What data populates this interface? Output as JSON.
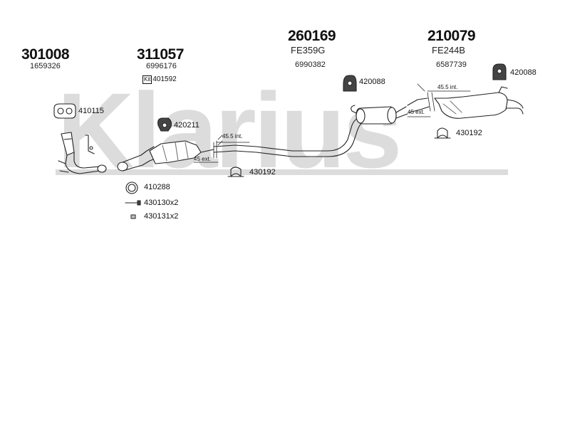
{
  "watermark": "Klarius",
  "parts": {
    "p1": {
      "number": "301008",
      "oe": "1659326"
    },
    "p2": {
      "number": "311057",
      "oe": "6996176",
      "kit_prefix": "Kit",
      "kit": "401592"
    },
    "p3": {
      "number": "260169",
      "code": "FE359G",
      "oe": "6990382"
    },
    "p4": {
      "number": "210079",
      "code": "FE244B",
      "oe": "6587739"
    }
  },
  "fittings": {
    "f410115": "410115",
    "f420211": "420211",
    "f420088a": "420088",
    "f420088b": "420088",
    "f430192a": "430192",
    "f430192b": "430192",
    "f410288": "410288",
    "f430130": "430130x2",
    "f430131": "430131x2"
  },
  "dimensions": {
    "d1_int": "45.5 int.",
    "d1_ext": "45 ext.",
    "d2_int": "45.5 int.",
    "d2_ext": "45 ext."
  }
}
